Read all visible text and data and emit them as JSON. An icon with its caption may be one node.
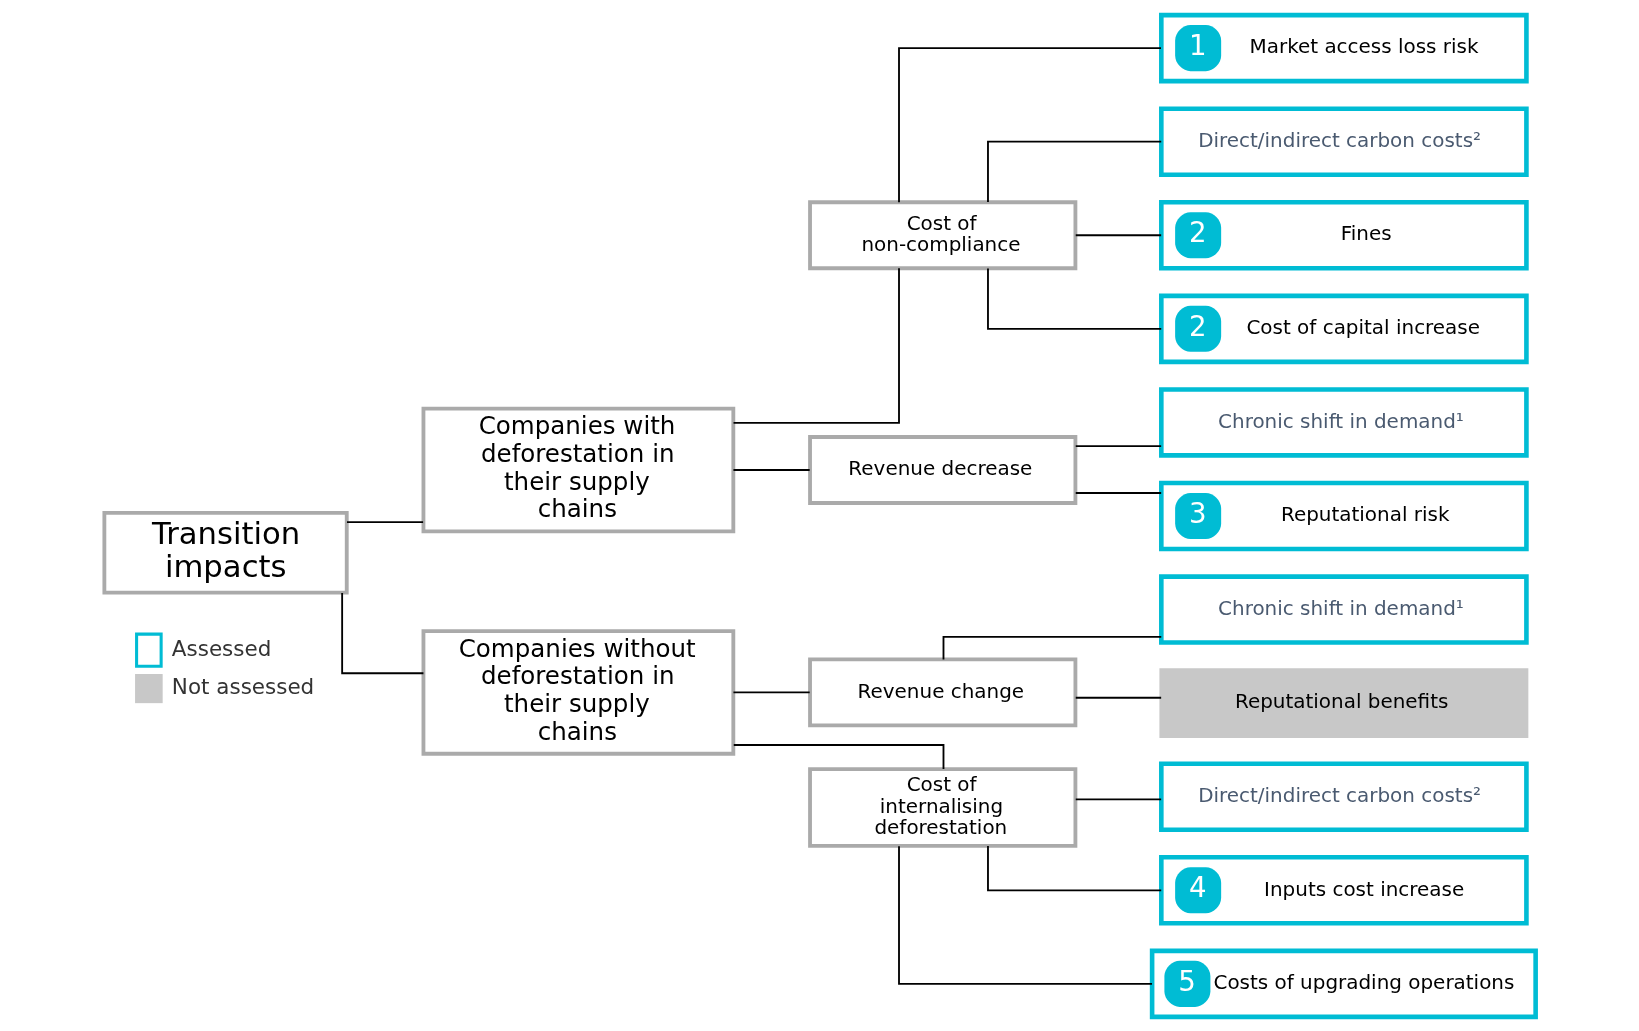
{
  "diagram": {
    "nodes": [
      {
        "text": [
          "Transition impacts"
        ]
      },
      {
        "text": [
          "Companies with deforestation in their supply chains"
        ]
      },
      {
        "text": [
          "Cost of non-compliance"
        ]
      },
      {
        "text": [
          "1",
          "Market access loss risk"
        ]
      },
      {
        "text": [
          "Direct/indirect carbon costs²"
        ]
      },
      {
        "text": [
          "2",
          "Fines"
        ]
      },
      {
        "text": [
          "2",
          "Cost of capital increase"
        ]
      },
      {
        "text": [
          "Revenue decrease"
        ]
      },
      {
        "text": [
          "Chronic shift in demand¹"
        ]
      },
      {
        "text": [
          "3",
          "Reputational risk"
        ]
      },
      {
        "text": [
          "Companies without deforestation in their supply chains"
        ]
      },
      {
        "text": [
          "Revenue change"
        ]
      },
      {
        "text": [
          "Chronic shift in demand¹"
        ]
      },
      {
        "text": [
          "Reputational benefits"
        ]
      },
      {
        "text": [
          "Cost of internalising deforestation"
        ]
      },
      {
        "text": [
          "Direct/indirect carbon costs²"
        ]
      },
      {
        "text": [
          "4",
          "Inputs cost increase"
        ]
      },
      {
        "text": [
          "5",
          "Costs of upgrading operations"
        ]
      }
    ],
    "edges": [
      {
        "from": 0,
        "to": 1,
        "arrow": "none"
      },
      {
        "from": 1,
        "to": 2,
        "arrow": "none"
      },
      {
        "from": 2,
        "to": 3,
        "arrow": "none"
      },
      {
        "from": 2,
        "to": 4,
        "arrow": "none"
      },
      {
        "from": 2,
        "to": 5,
        "arrow": "none"
      },
      {
        "from": 2,
        "to": 6,
        "arrow": "none"
      },
      {
        "from": 1,
        "to": 7,
        "arrow": "none"
      },
      {
        "from": 7,
        "to": 8,
        "arrow": "none"
      },
      {
        "from": 7,
        "to": 9,
        "arrow": "none"
      },
      {
        "from": 0,
        "to": 10,
        "arrow": "none"
      },
      {
        "from": 10,
        "to": 11,
        "arrow": "none"
      },
      {
        "from": 11,
        "to": 12,
        "arrow": "none"
      },
      {
        "from": 11,
        "to": 13,
        "arrow": "none"
      },
      {
        "from": 10,
        "to": 14,
        "arrow": "none"
      },
      {
        "from": 14,
        "to": 15,
        "arrow": "none"
      },
      {
        "from": 14,
        "to": 16,
        "arrow": "none"
      },
      {
        "from": 14,
        "to": 17,
        "arrow": "none"
      }
    ],
    "legend": [
      {
        "text": "Assessed"
      },
      {
        "text": "Not assessed",
        "color": "#c8c8c8"
      }
    ]
  }
}
